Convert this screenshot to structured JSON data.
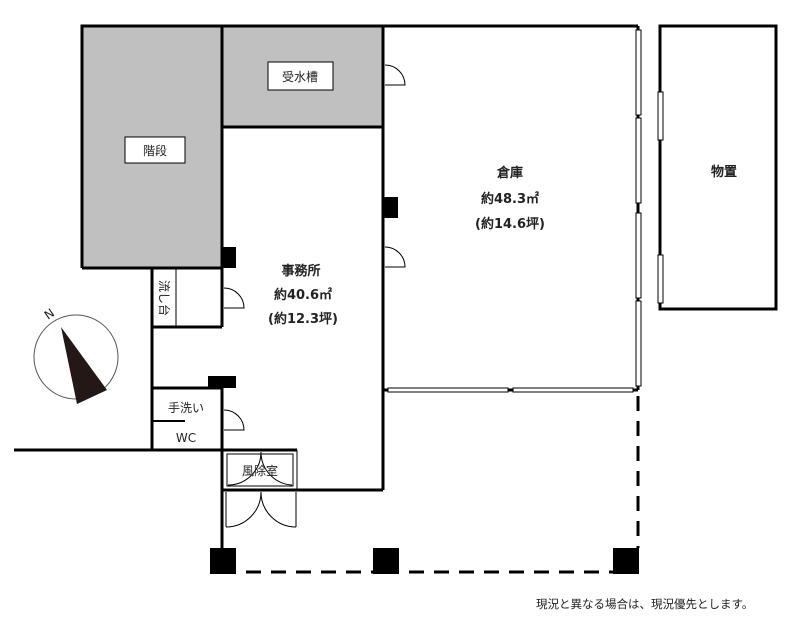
{
  "rooms": {
    "stairs": "階段",
    "water_tank": "受水槽",
    "office": {
      "name": "事務所",
      "area_m2": "約40.6㎡",
      "area_tsubo": "(約12.3坪)"
    },
    "warehouse": {
      "name": "倉庫",
      "area_m2": "約48.3㎡",
      "area_tsubo": "(約14.6坪)"
    },
    "storage": "物置",
    "sink": "流し台",
    "handwash": "手洗い",
    "wc": "WC",
    "vestibule": "風除室"
  },
  "compass": {
    "label": "N"
  },
  "colors": {
    "wall": "#000000",
    "gray_area": "#c0c0c0"
  },
  "note": "現況と異なる場合は、現況優先とします。"
}
